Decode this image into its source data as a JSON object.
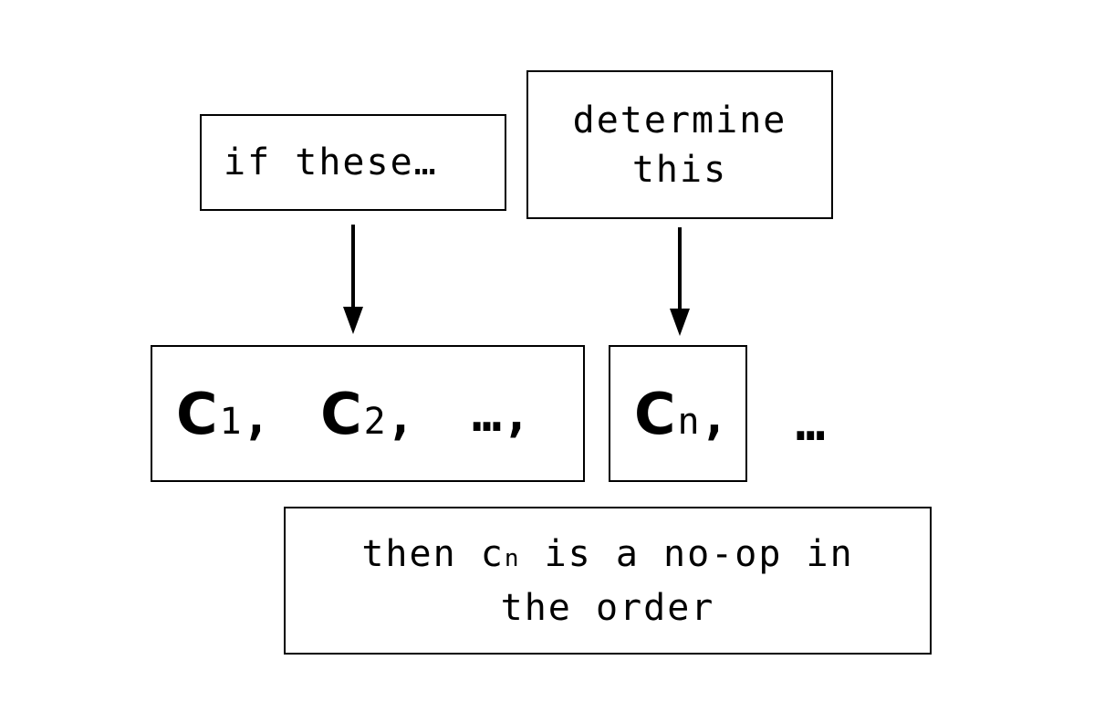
{
  "box_if": {
    "text": "if these…"
  },
  "box_determine": {
    "line1": "determine",
    "line2": "this"
  },
  "sequence": {
    "c": "C",
    "sub1": "1",
    "sub2": "2",
    "comma": ",",
    "ellipsis": "…",
    "ellipsis_comma": "…,",
    "sub_n": "n"
  },
  "trailing": {
    "ellipsis": "…"
  },
  "box_then": {
    "line1_pre": "then ",
    "line1_c": "c",
    "line1_sub": "n",
    "line1_post": " is a no-op in",
    "line2": "the order"
  }
}
